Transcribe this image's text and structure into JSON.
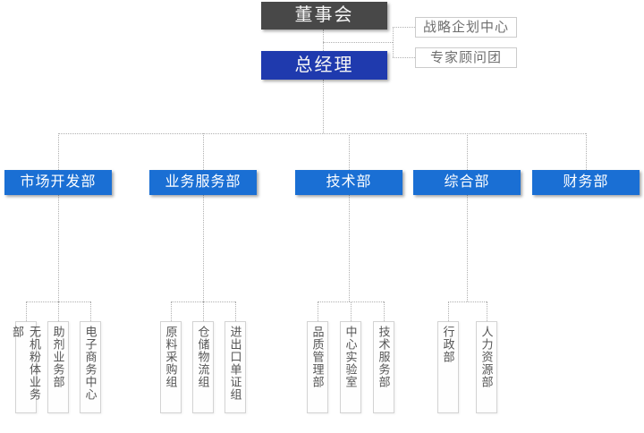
{
  "colors": {
    "board_bg": "#484848",
    "general_manager_bg": "#1f3aae",
    "department_bg": "#1a6fd4",
    "staff_box_border": "#cccccc",
    "child_box_border": "#d3d3d3",
    "connector_line": "#b0b0b0",
    "box_text_light": "#f5f5f5",
    "staff_text": "#6e6e6e",
    "child_text": "#555555"
  },
  "org_chart": {
    "board": "董事会",
    "general_manager": "总经理",
    "staff_units": [
      "战略企划中心",
      "专家顾问团"
    ],
    "departments": [
      {
        "label": "市场开发部",
        "children": [
          "无机粉体业务部",
          "助剂业务部",
          "电子商务中心"
        ]
      },
      {
        "label": "业务服务部",
        "children": [
          "原料采购组",
          "仓储物流组",
          "进出口单证组"
        ]
      },
      {
        "label": "技术部",
        "children": [
          "品质管理部",
          "中心实验室",
          "技术服务部"
        ]
      },
      {
        "label": "综合部",
        "children": [
          "行政部",
          "人力资源部"
        ]
      },
      {
        "label": "财务部",
        "children": []
      }
    ]
  }
}
